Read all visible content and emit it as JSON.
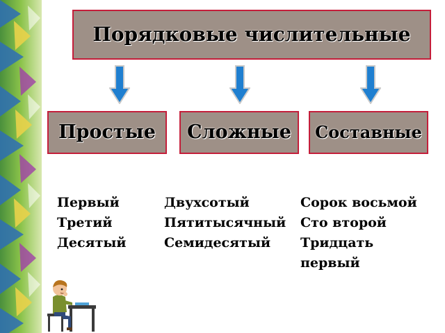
{
  "title": "Порядковые числительные",
  "categories": [
    {
      "label": "Простые",
      "examples": [
        "Первый",
        "Третий",
        "Десятый"
      ]
    },
    {
      "label": "Сложные",
      "examples": [
        "Двухсотый",
        "Пятитысячный",
        "Семидесятый"
      ]
    },
    {
      "label": "Составные",
      "examples": [
        "Сорок восьмой",
        "Сто второй",
        "Тридцать первый"
      ]
    }
  ],
  "colors": {
    "box_fill": "#9e9087",
    "box_border": "#c41e3a",
    "arrow_fill": "#1f7fd0",
    "arrow_outline": "#c9c9c9"
  }
}
